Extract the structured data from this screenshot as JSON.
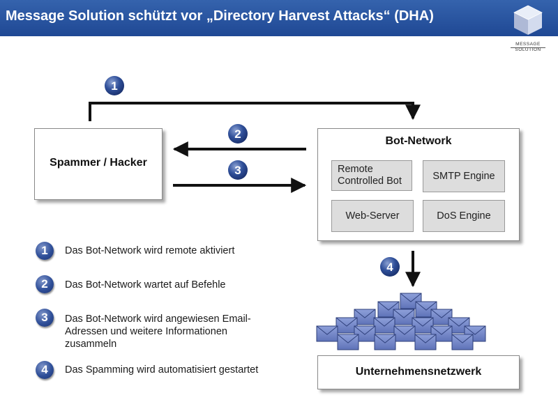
{
  "header": {
    "title": "Message Solution schützt vor „Directory Harvest Attacks“ (DHA)",
    "background": "#2a57a3"
  },
  "logo": {
    "line1": "Message",
    "line2": "Solution"
  },
  "nodes": {
    "spammer": "Spammer / Hacker",
    "bot_network": "Bot-Network",
    "unternehmen": "Unternehmensnetzwerk",
    "components": [
      "Remote Controlled Bot",
      "SMTP Engine",
      "Web-Server",
      "DoS Engine"
    ]
  },
  "steps": [
    {
      "number": "1",
      "text": "Das Bot-Network wird remote aktiviert"
    },
    {
      "number": "2",
      "text": "Das Bot-Network wartet auf Befehle"
    },
    {
      "number": "3",
      "text": "Das Bot-Network wird angewiesen Email-Adressen und weitere Informationen zusammeln"
    },
    {
      "number": "4",
      "text": "Das Spamming wird automatisiert gestartet"
    }
  ],
  "colors": {
    "accent": "#2f4f99",
    "component_fill": "#dddddd",
    "envelope": "#7b8fcf"
  }
}
